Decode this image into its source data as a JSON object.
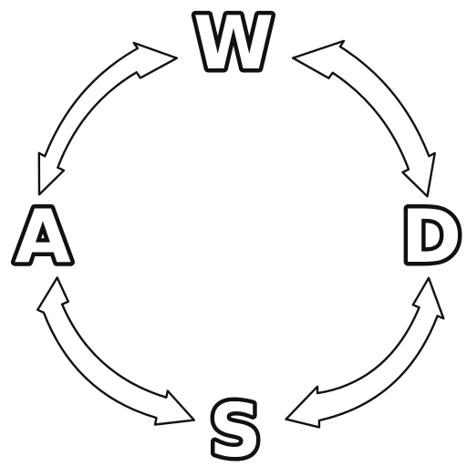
{
  "keys": {
    "up": "W",
    "left": "A",
    "down": "S",
    "right": "D"
  },
  "colors": {
    "outline": "#111111",
    "fill": "#ffffff",
    "background": "#ffffff"
  },
  "connections": [
    {
      "from": "W",
      "to": "A",
      "type": "double-arrow"
    },
    {
      "from": "W",
      "to": "D",
      "type": "double-arrow"
    },
    {
      "from": "A",
      "to": "S",
      "type": "double-arrow"
    },
    {
      "from": "D",
      "to": "S",
      "type": "double-arrow"
    }
  ]
}
